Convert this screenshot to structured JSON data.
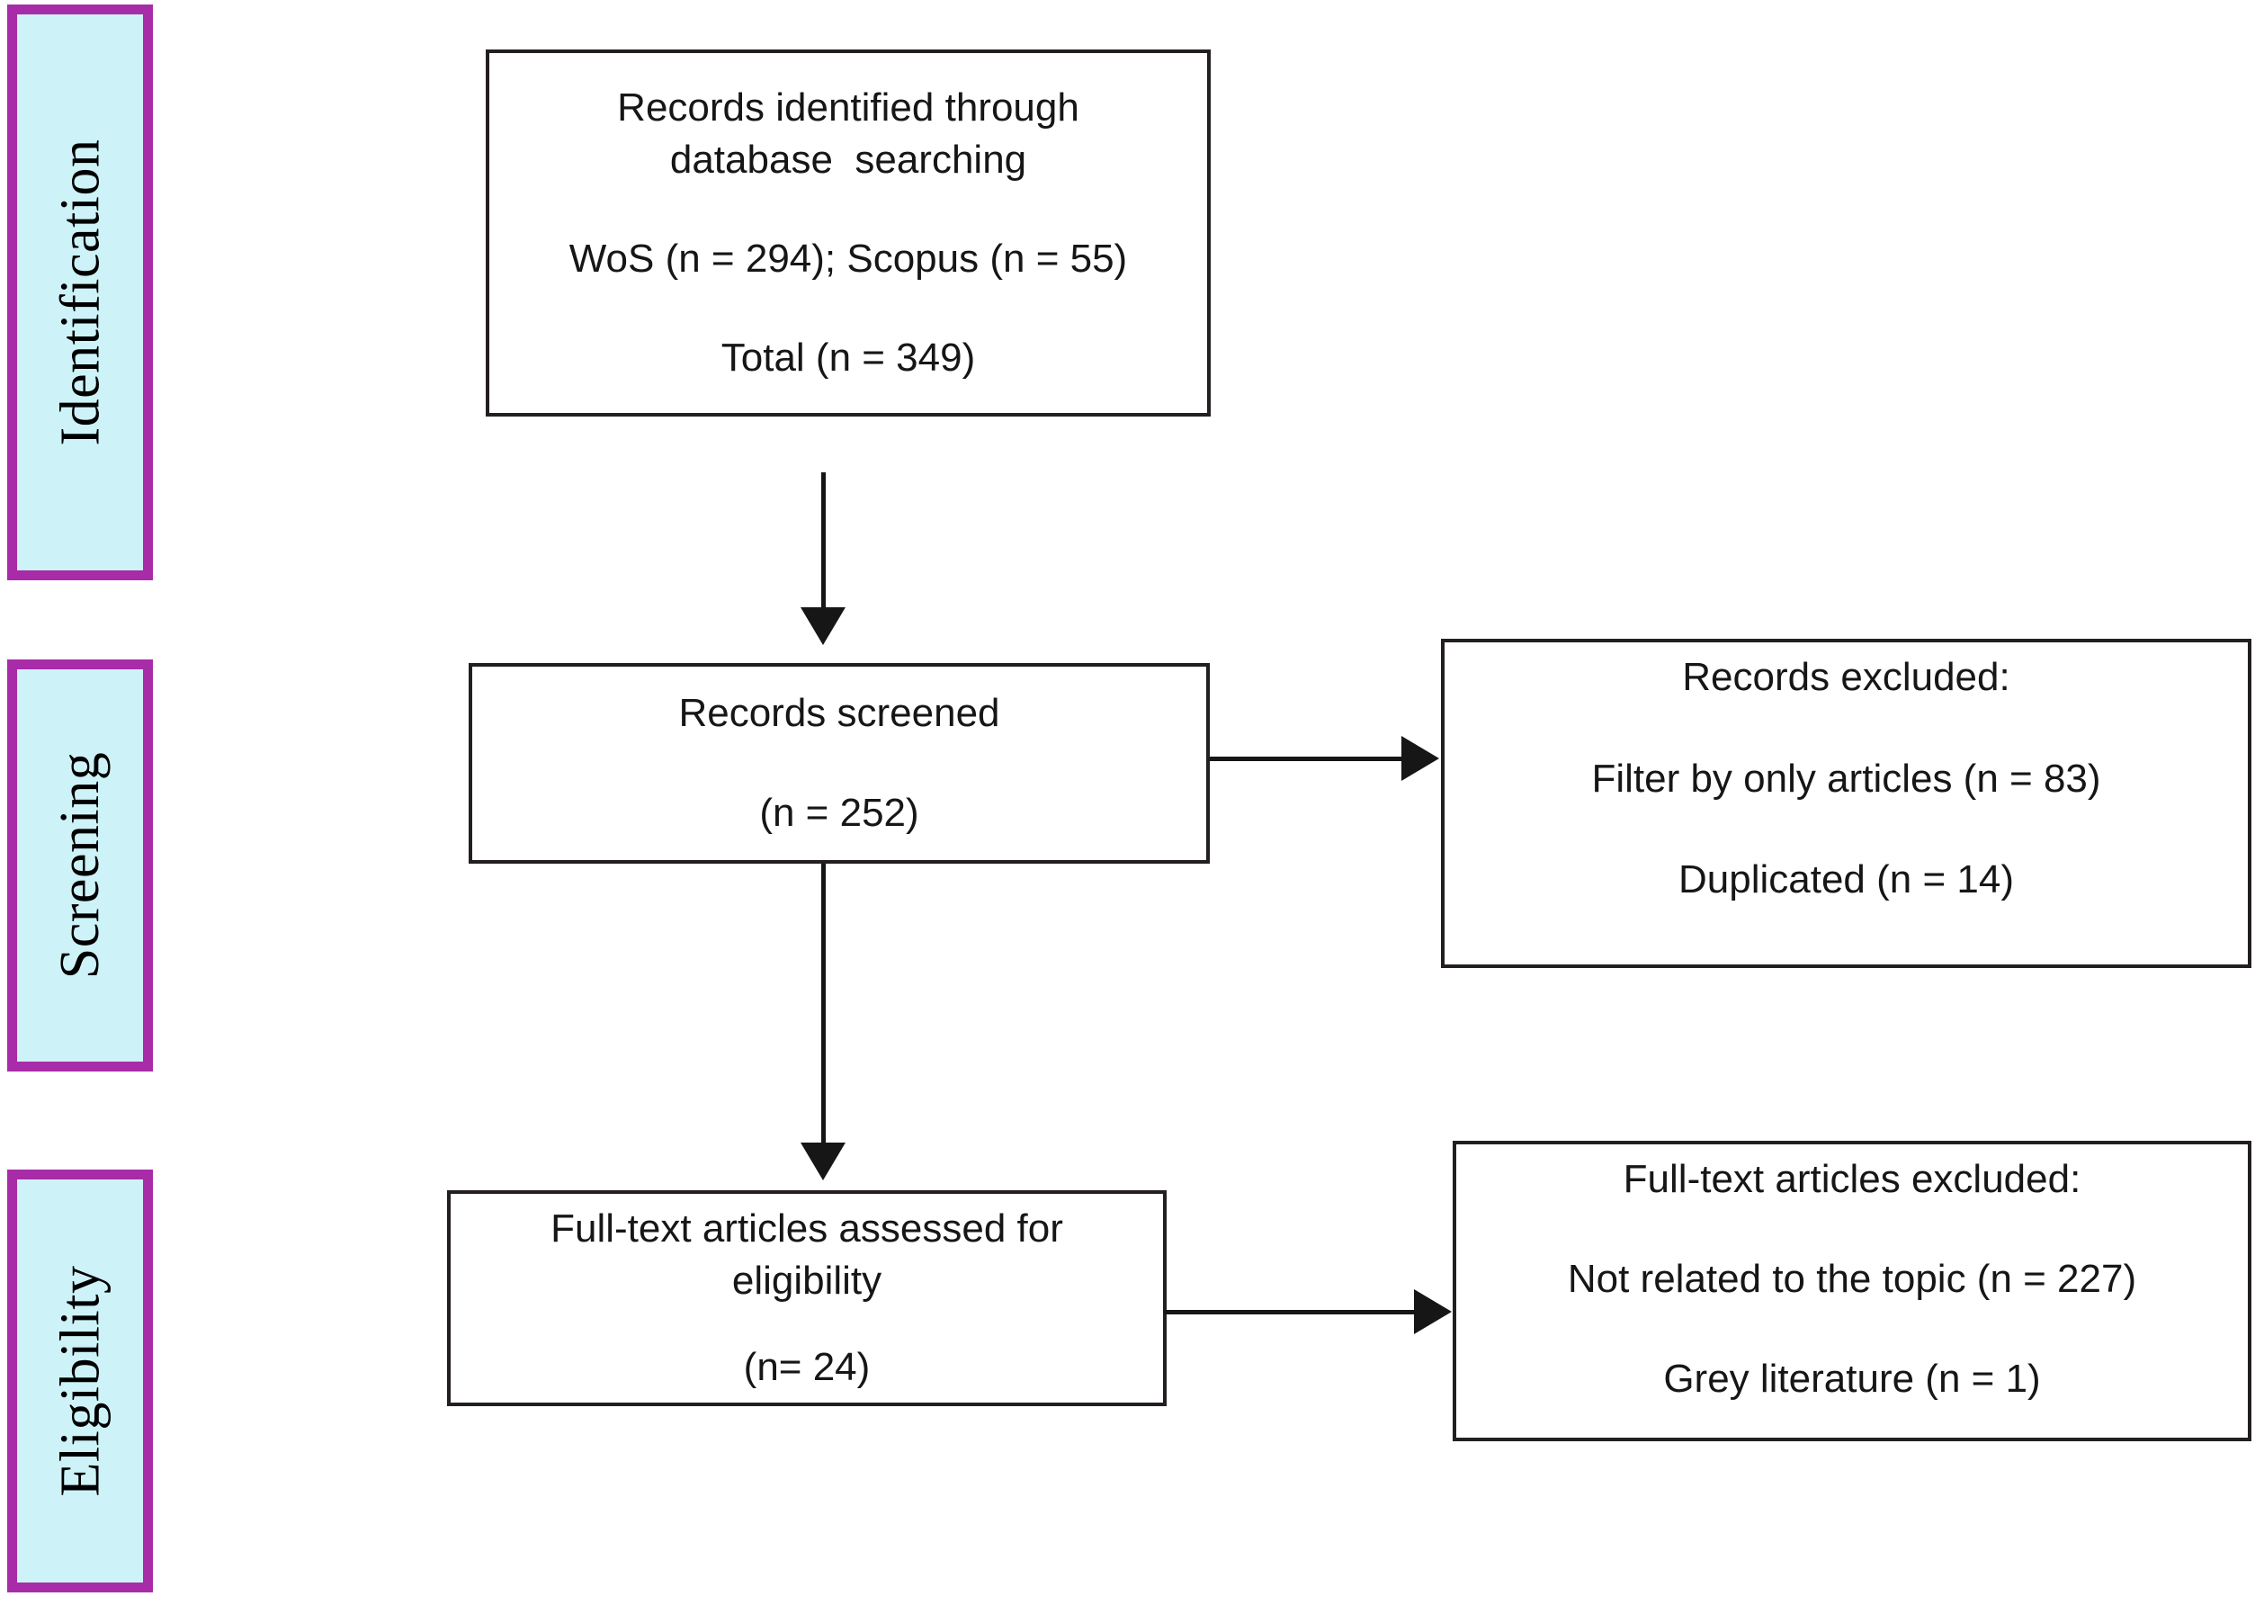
{
  "diagram": {
    "title": "PRISMA flow diagram",
    "colors": {
      "stage_fill": "#cdf2f8",
      "stage_border": "#a82ba8",
      "box_border": "#231f20",
      "connector": "#161616",
      "background": "#ffffff"
    }
  },
  "stages": [
    {
      "id": "identification",
      "label": "Identification"
    },
    {
      "id": "screening",
      "label": "Screening"
    },
    {
      "id": "eligibility",
      "label": "Eligibility"
    }
  ],
  "boxes": {
    "identified": {
      "name": "records-identified",
      "lines": [
        "Records identified through",
        "database  searching",
        "WoS (n = 294); Scopus (n = 55)",
        "Total (n = 349)"
      ]
    },
    "screened": {
      "name": "records-screened",
      "lines": [
        "Records screened",
        "(n = 252)"
      ]
    },
    "records_excluded": {
      "name": "records-excluded",
      "lines": [
        "Records excluded:",
        "Filter by only articles (n = 83)",
        "Duplicated (n = 14)"
      ]
    },
    "fulltext_assessed": {
      "name": "full-text-assessed",
      "lines": [
        "Full-text articles assessed for",
        "eligibility",
        "(n= 24)"
      ]
    },
    "fulltext_excluded": {
      "name": "full-text-excluded",
      "lines": [
        "Full-text articles excluded:",
        "Not related to the topic (n = 227)",
        "Grey literature (n = 1)"
      ]
    }
  },
  "connectors": [
    {
      "id": "identified-to-screened",
      "type": "arrow-down"
    },
    {
      "id": "screened-to-excluded",
      "type": "arrow-right"
    },
    {
      "id": "screened-to-fulltext",
      "type": "arrow-down"
    },
    {
      "id": "fulltext-to-excluded",
      "type": "arrow-right"
    }
  ],
  "counts": {
    "wos": 294,
    "scopus": 55,
    "total_identified": 349,
    "screened": 252,
    "excluded_filter_articles": 83,
    "excluded_duplicated": 14,
    "fulltext_assessed": 24,
    "excluded_not_related": 227,
    "excluded_grey_literature": 1
  }
}
